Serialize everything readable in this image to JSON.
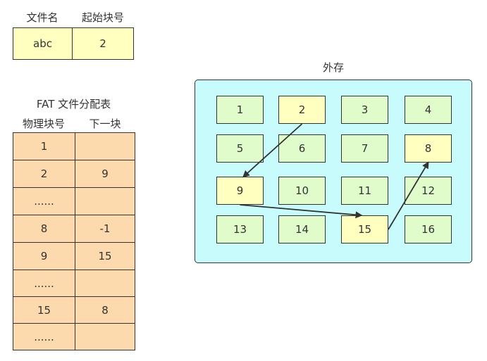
{
  "directory": {
    "col_name": "文件名",
    "col_start": "起始块号",
    "file_name": "abc",
    "start_block": "2"
  },
  "fat": {
    "title": "FAT 文件分配表",
    "col_block": "物理块号",
    "col_next": "下一块",
    "rows": [
      {
        "block": "1",
        "next": ""
      },
      {
        "block": "2",
        "next": "9"
      },
      {
        "block": "......",
        "next": ""
      },
      {
        "block": "8",
        "next": "-1"
      },
      {
        "block": "9",
        "next": "15"
      },
      {
        "block": "......",
        "next": ""
      },
      {
        "block": "15",
        "next": "8"
      },
      {
        "block": "......",
        "next": ""
      }
    ]
  },
  "storage": {
    "title": "外存",
    "blocks": [
      "1",
      "2",
      "3",
      "4",
      "5",
      "6",
      "7",
      "8",
      "9",
      "10",
      "11",
      "12",
      "13",
      "14",
      "15",
      "16"
    ],
    "highlighted_blocks": [
      "2",
      "9",
      "15",
      "8"
    ],
    "chain": [
      "2",
      "9",
      "15",
      "8"
    ]
  },
  "colors": {
    "yellow": "#ffffc0",
    "orange": "#fdd9ae",
    "green": "#e0fcca",
    "storage_bg": "#c8fcfc",
    "border": "#333333"
  }
}
